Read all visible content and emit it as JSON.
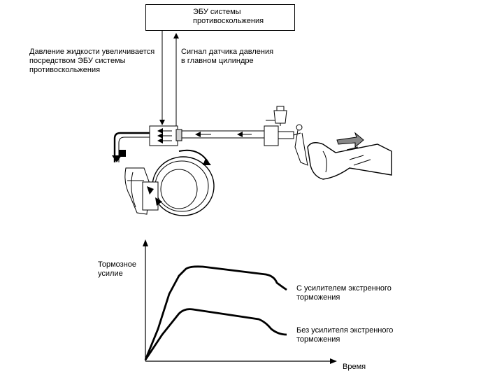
{
  "diagram": {
    "ecu_label_line1": "ЭБУ системы",
    "ecu_label_line2": "противоскольжения",
    "left_note_line1": "Давление жидкости увеличивается",
    "left_note_line2": "посредством ЭБУ системы",
    "left_note_line3": "противоскольжения",
    "right_note_line1": "Сигнал датчика давления",
    "right_note_line2": "в главном цилиндре"
  },
  "chart_data": {
    "type": "line",
    "ylabel_line1": "Тормозное",
    "ylabel_line2": "усилие",
    "xlabel": "Время",
    "series": [
      {
        "name_line1": "С усилителем экстренного",
        "name_line2": "торможения"
      },
      {
        "name_line1": "Без усилителя экстренного",
        "name_line2": "торможения"
      }
    ]
  }
}
